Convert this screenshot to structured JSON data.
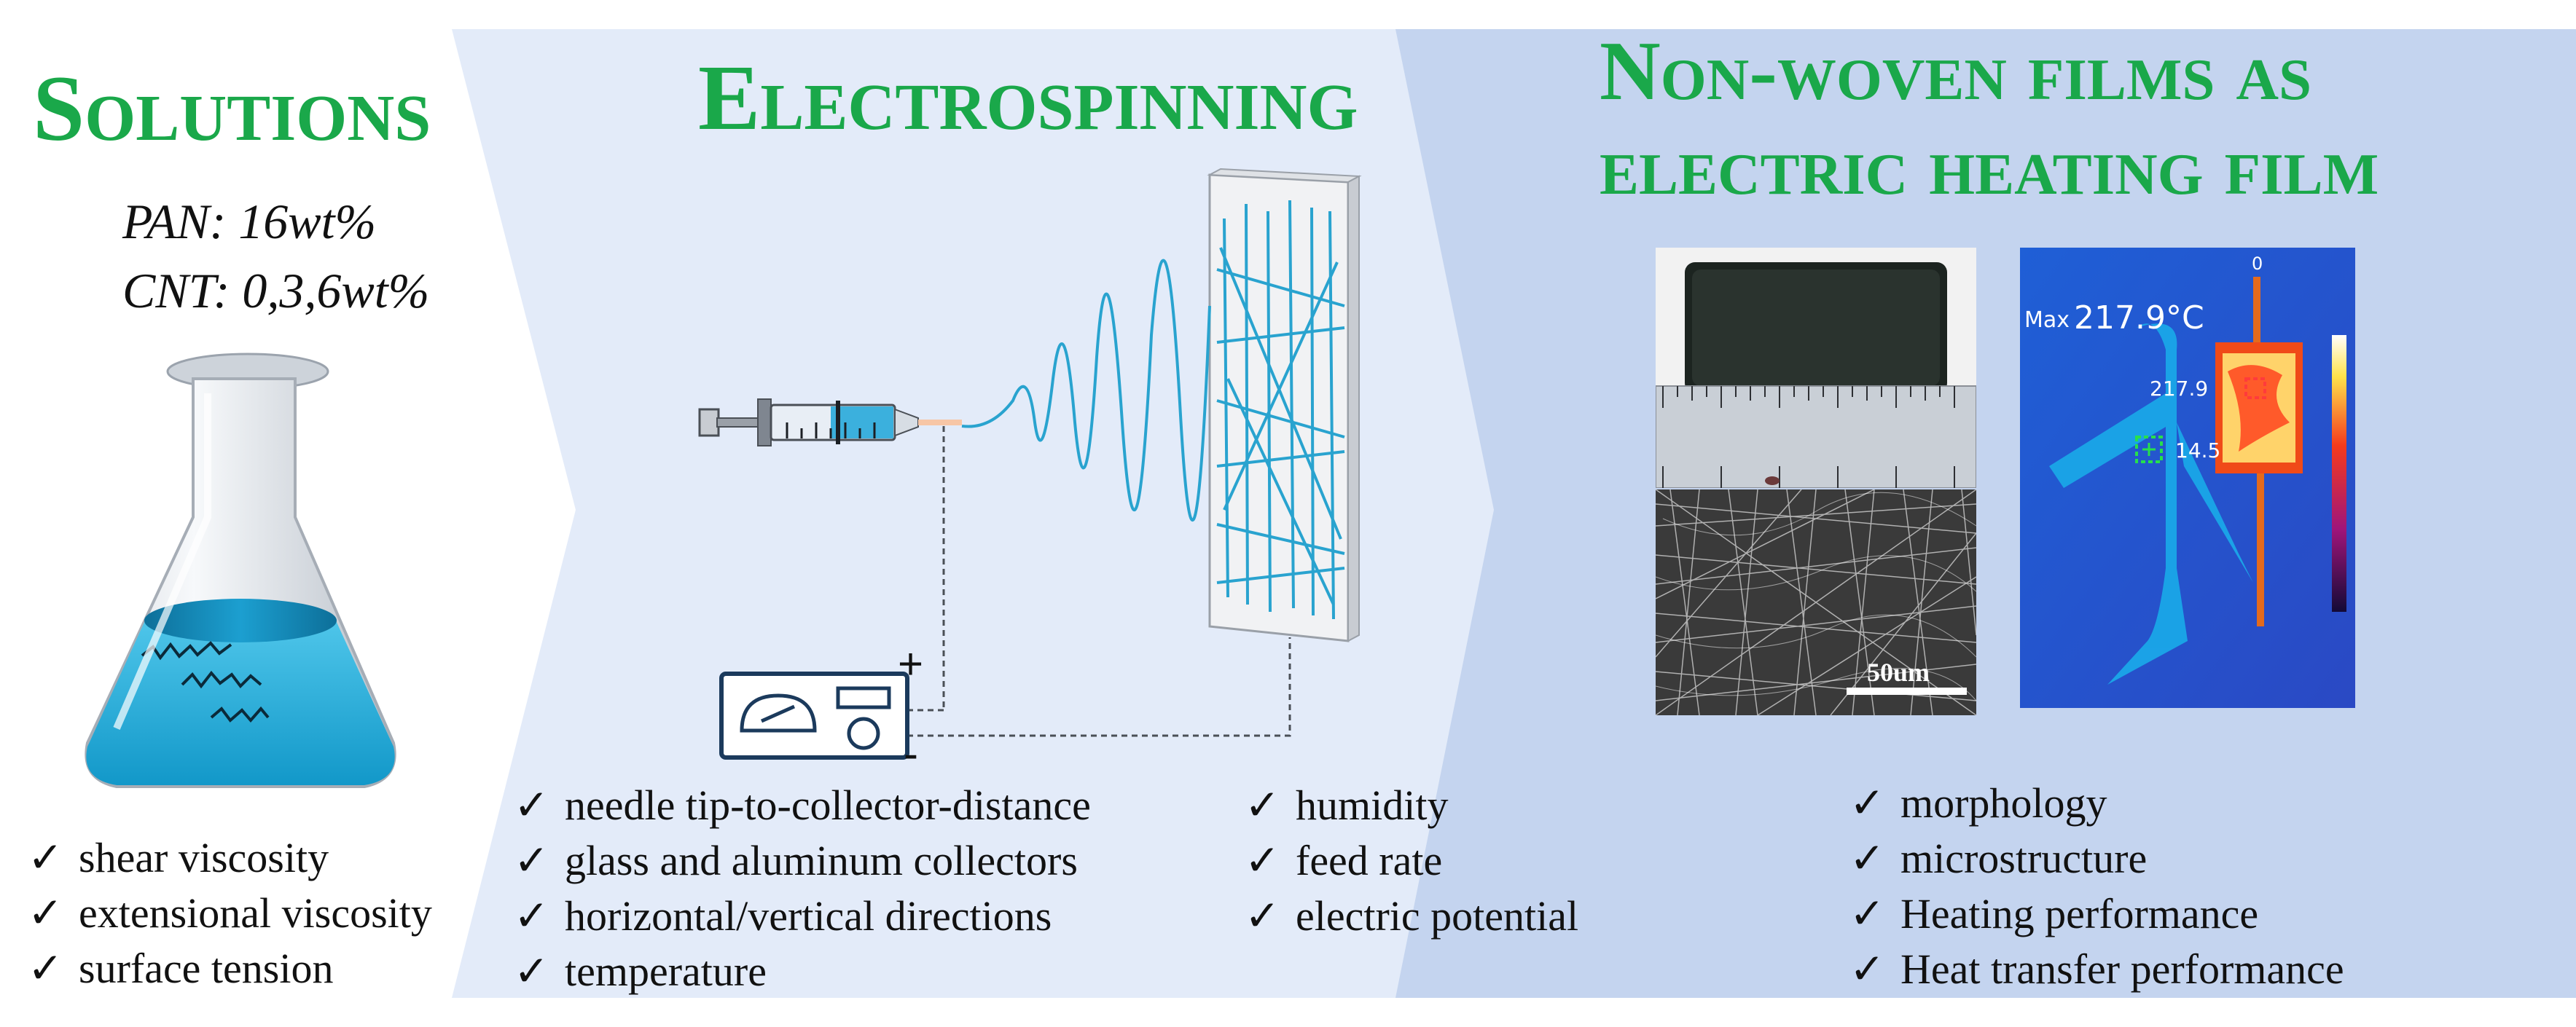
{
  "sections": {
    "solutions": {
      "title": "Solutions",
      "formula_pan": "PAN: 16wt%",
      "formula_cnt": "CNT: 0,3,6wt%",
      "checks": [
        "shear viscosity",
        "extensional viscosity",
        "surface tension"
      ]
    },
    "electrospinning": {
      "title": "Electrospinning",
      "plus": "+",
      "minus": "-",
      "checks_left": [
        "needle tip-to-collector-distance",
        "glass and aluminum collectors",
        "horizontal/vertical directions",
        "temperature"
      ],
      "checks_right": [
        "humidity",
        "feed rate",
        "electric potential"
      ]
    },
    "films": {
      "title_line1": "Non-woven films as",
      "title_line2": "electric heating film",
      "scale_bar": "50um",
      "thermal": {
        "max_label": "Max",
        "max_value": "217.9°C",
        "spot_high": "217.9",
        "spot_low": "14.5",
        "top_label": "0"
      },
      "checks": [
        "morphology",
        "microstructure",
        "Heating performance",
        "Heat transfer performance"
      ]
    }
  },
  "check_mark": "✓",
  "colors": {
    "title_green": "#1aa84a",
    "panel_light": "#e3ebf9",
    "panel_blue": "#c4d4ef",
    "fiber_cyan": "#29a3cf"
  }
}
